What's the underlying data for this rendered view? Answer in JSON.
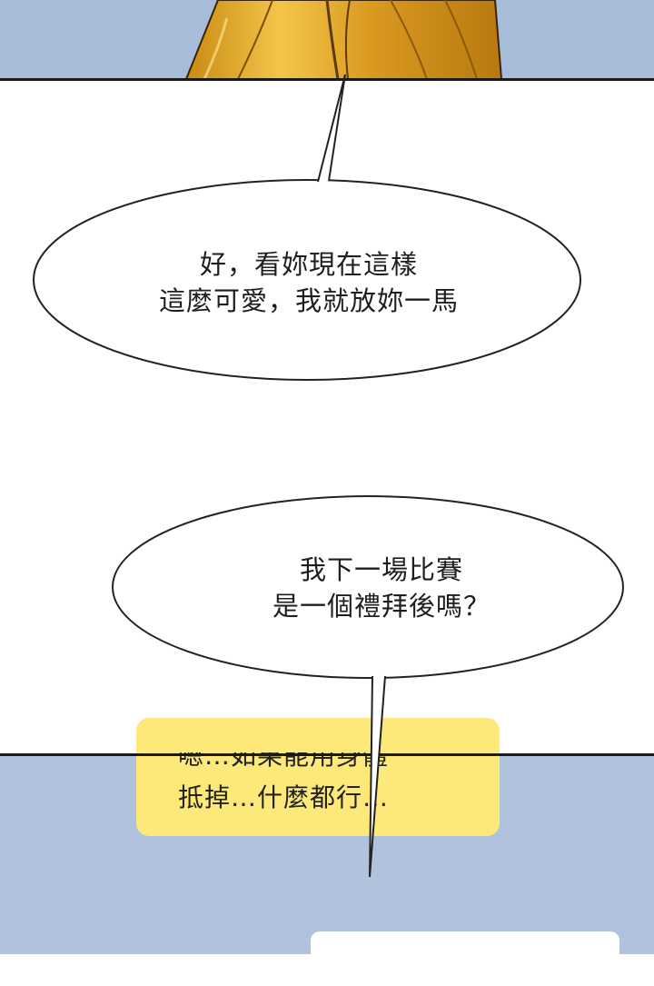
{
  "bubbles": [
    {
      "line1": "好，看妳現在這樣",
      "line2": "這麼可愛，我就放妳一馬"
    },
    {
      "line1": "我下一場比賽",
      "line2": "是一個禮拜後嗎？"
    }
  ],
  "sign": {
    "line1": "嗯…如果能用身體",
    "line2": "抵掉…什麼都行…"
  },
  "colors": {
    "sky": "#a7bcd8",
    "hair": "#e6a82a",
    "note": "#fde97a",
    "border": "#1a1a1a"
  }
}
